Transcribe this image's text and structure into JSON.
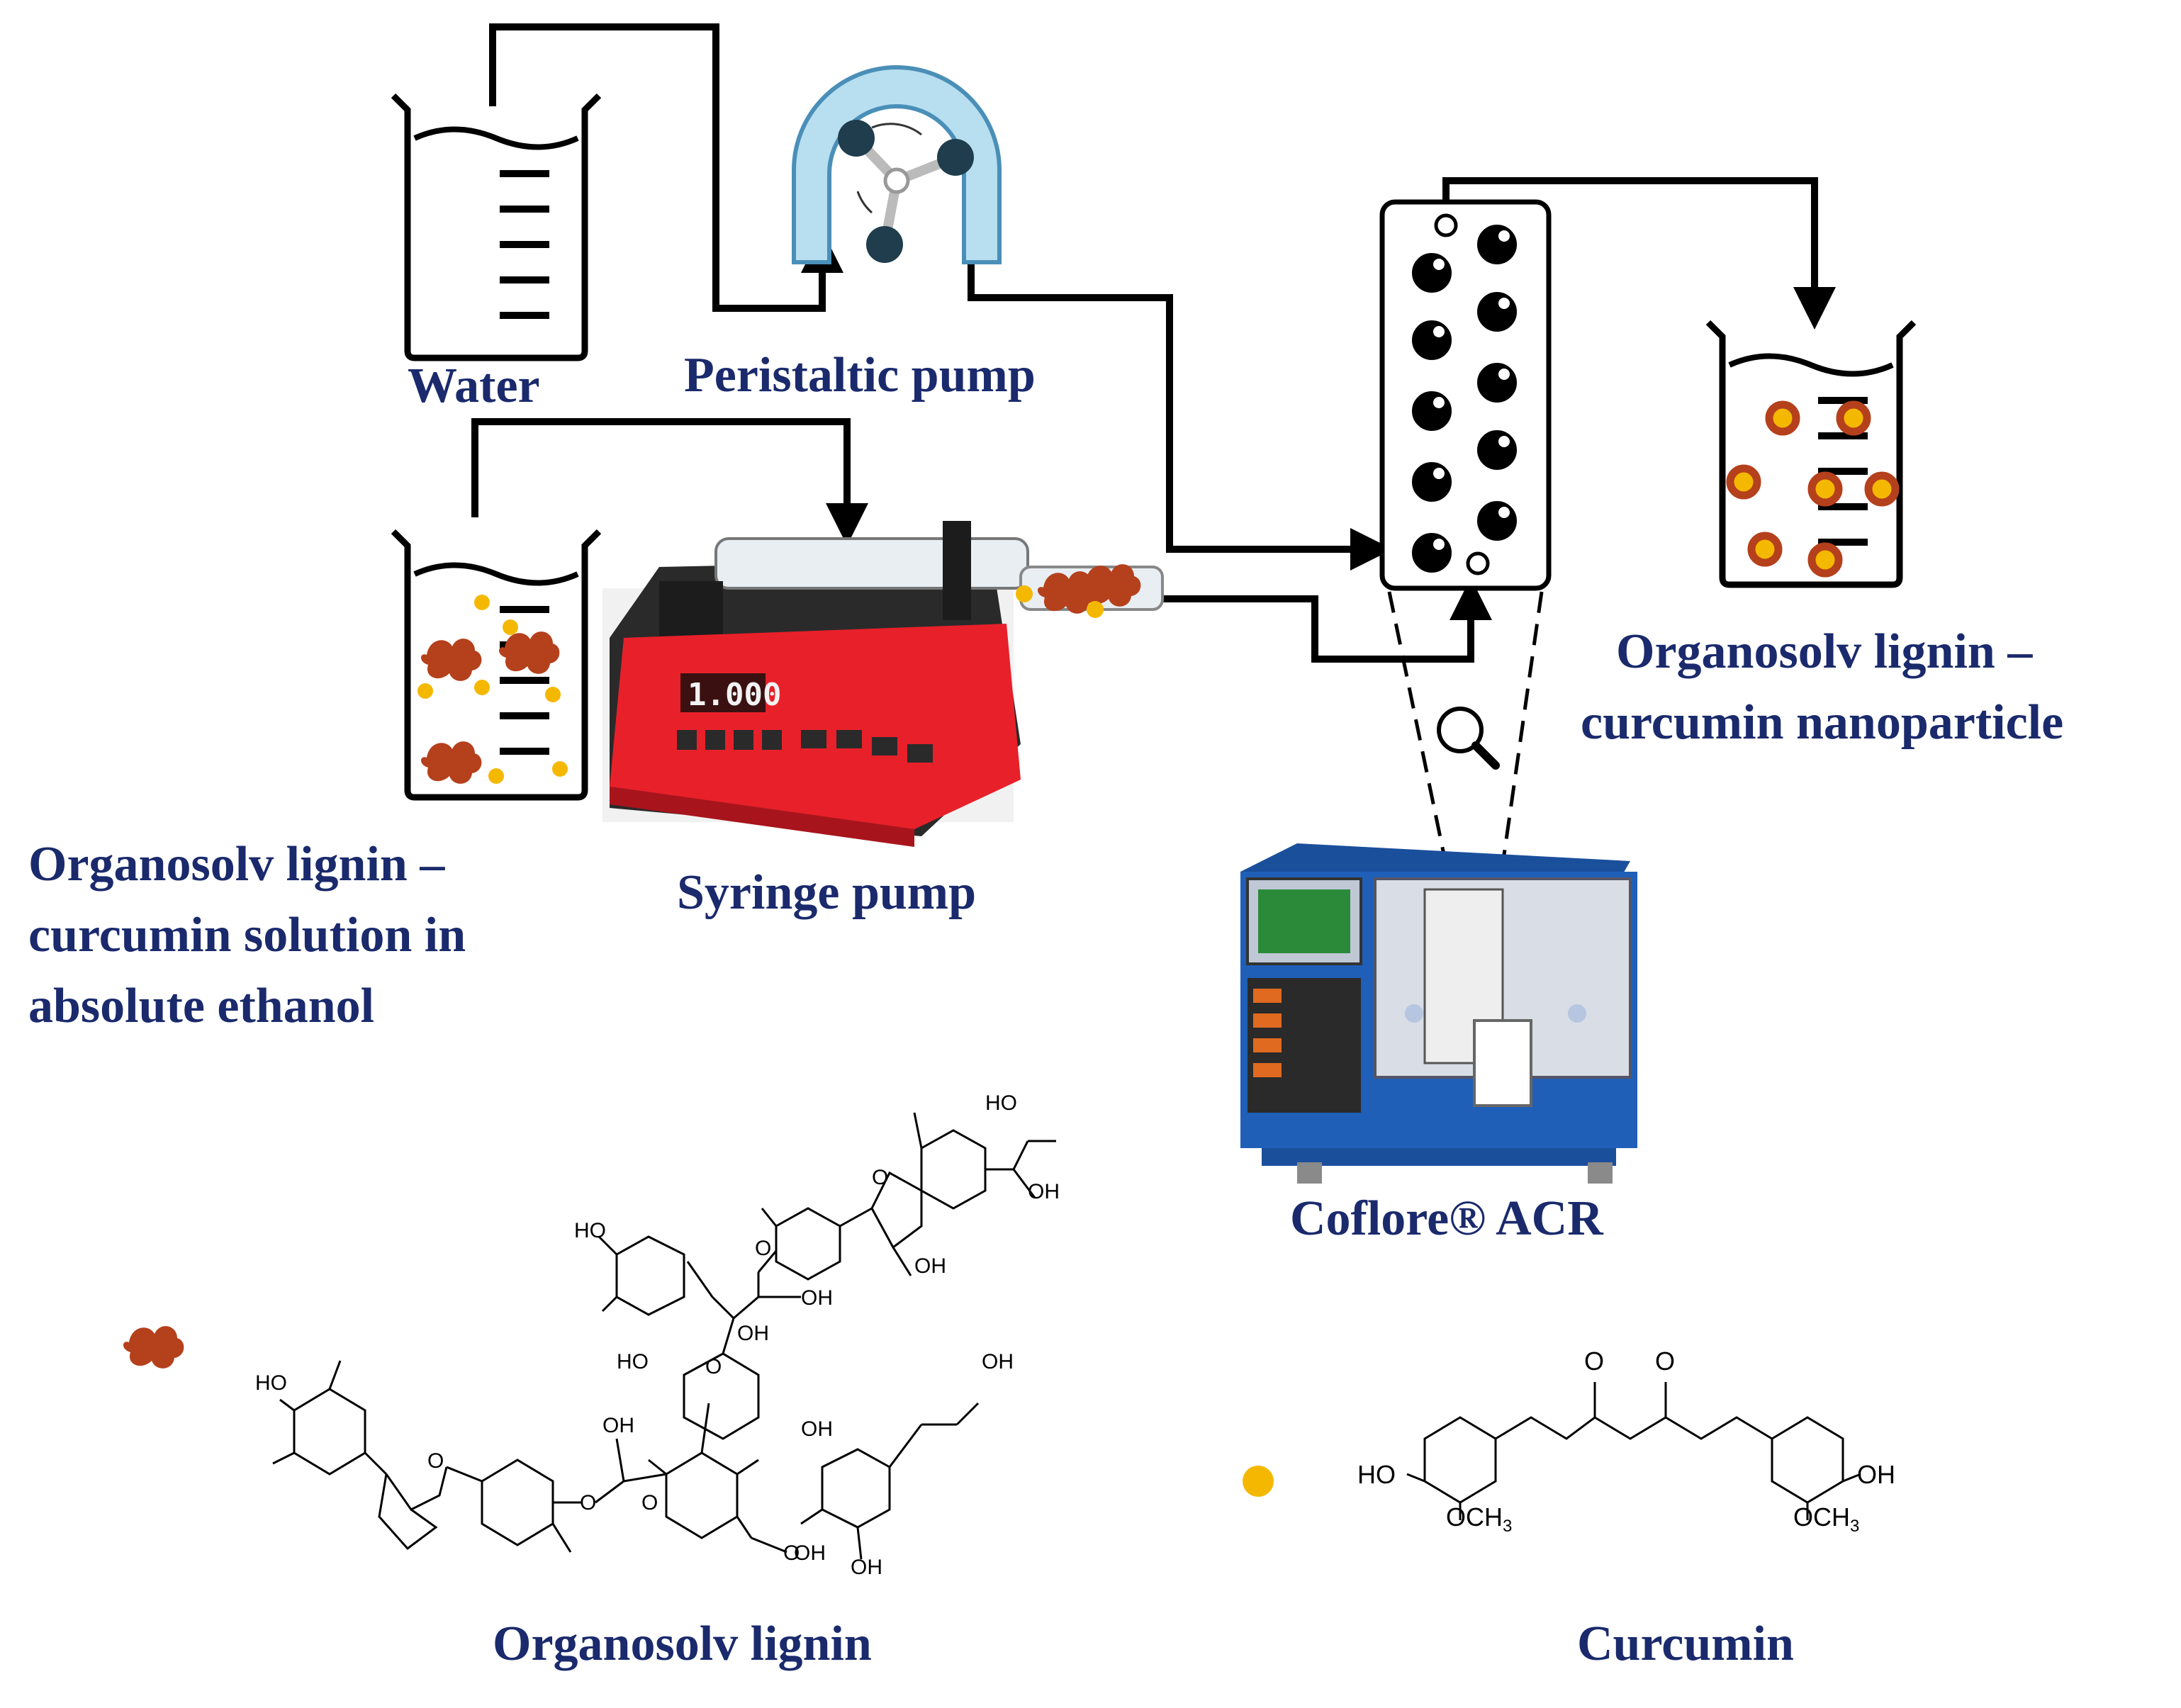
{
  "labels": {
    "water": "Water",
    "peristaltic_pump": "Peristaltic pump",
    "syringe_pump": "Syringe pump",
    "reactor": "Coflore® ACR",
    "feed_solution": [
      "Organosolv lignin –",
      "curcumin solution in",
      "absolute ethanol"
    ],
    "product": [
      "Organosolv lignin –",
      "curcumin nanoparticle"
    ],
    "legend_lignin": "Organosolv lignin",
    "legend_curcumin": "Curcumin"
  },
  "syringe_display": "1.000",
  "chem": {
    "lignin_groups": [
      "HO",
      "HO",
      "OH",
      "OH",
      "HO",
      "OH",
      "HO",
      "OH",
      "OH",
      "OH",
      "OH",
      "OH",
      "OH",
      "O",
      "O",
      "O",
      "O",
      "O",
      "O",
      "O"
    ],
    "curcumin_groups": [
      "HO",
      "OH",
      "O",
      "O",
      "OCH",
      "3",
      "OCH",
      "3"
    ]
  },
  "colors": {
    "label_text": "#1a2a6c",
    "lignin_particle": "#b5401c",
    "curcumin_dot": "#f5b800",
    "pump_body": "#e8202a",
    "reactor_body": "#1f5fb8"
  }
}
